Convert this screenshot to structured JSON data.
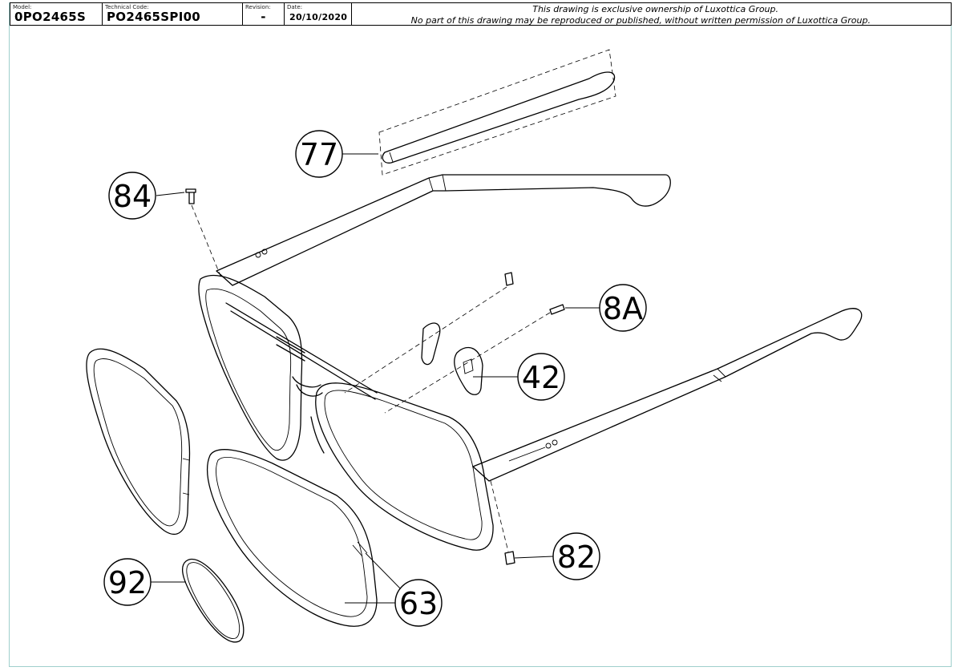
{
  "title_block": {
    "model": {
      "label": "Model:",
      "value": "0PO2465S"
    },
    "technical_code": {
      "label": "Technical Code:",
      "value": "PO2465SPI00"
    },
    "revision": {
      "label": "Revision:",
      "value": "-"
    },
    "date": {
      "label": "Date:",
      "value": "20/10/2020"
    },
    "notice_line1": "This drawing is exclusive ownership of Luxottica Group.",
    "notice_line2": "No part of this drawing may be reproduced or published, without written permission of Luxottica Group."
  },
  "callouts": {
    "c77": "77",
    "c84": "84",
    "c8A": "8A",
    "c42": "42",
    "c82": "82",
    "c92": "92",
    "c63": "63"
  }
}
